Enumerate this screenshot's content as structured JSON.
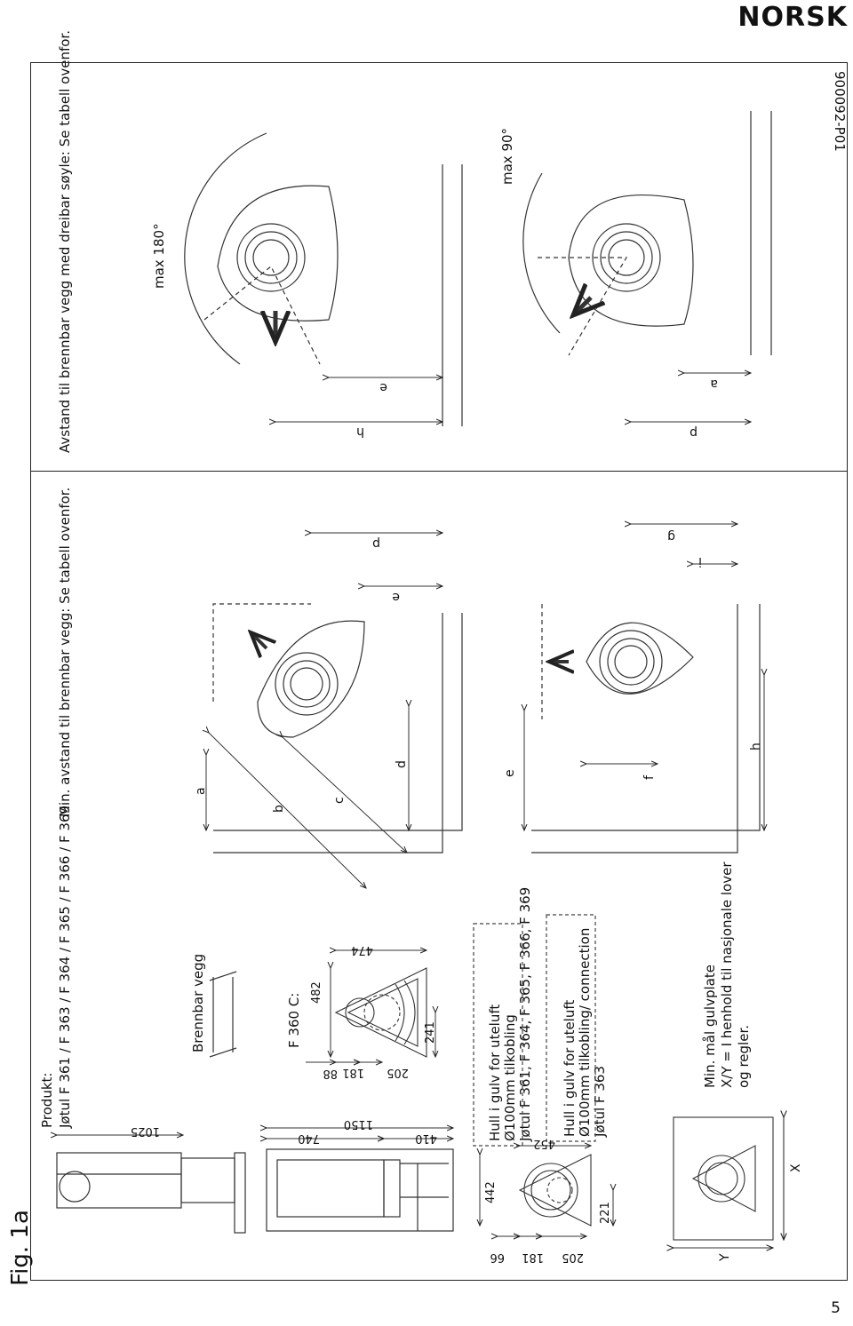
{
  "header": {
    "language": "NORSK"
  },
  "figure": {
    "label": "Fig. 1a",
    "code": "900092-P01"
  },
  "page": {
    "number": "5"
  },
  "product": {
    "label": "Produkt:",
    "models": "Jøtul F 361 / F 363 / F 364 / F 365 / F 366 / F 369"
  },
  "stove_side_view": {
    "dims": {
      "height": "1025",
      "back_height": "1150",
      "body_height": "740",
      "pedestal_height": "410"
    }
  },
  "combustible_wall_label": "Brennbar vegg",
  "f360c": {
    "label": "F 360 C:",
    "dims": {
      "d88": "88",
      "d181": "181",
      "d205": "205",
      "d482": "482",
      "d474": "474",
      "d241": "241"
    }
  },
  "floor_detail": {
    "dims": {
      "d66": "66",
      "d181": "181",
      "d205": "205",
      "d442": "442",
      "d452": "452",
      "d221": "221"
    }
  },
  "note_outside_air_1": {
    "line1": "Hull i gulv for uteluft",
    "line2": "Ø100mm tilkobling",
    "line3": "Jøtul F 361, F 364, F 365, F 366, F 369"
  },
  "note_outside_air_2": {
    "line1": "Hull i gulv for uteluft",
    "line2": "Ø100mm tilkobling/ connection",
    "line3": "Jøtul F 363"
  },
  "floor_plate_note": {
    "line1": "Min. mål gulvplate",
    "line2": "X/Y = I henhold til nasjonale lover",
    "line3": "og regler.",
    "x_label": "X",
    "y_label": "Y"
  },
  "min_distance_title": "Min. avstand til brennbar vegg: Se tabell ovenfor.",
  "rotating_title": "Avstand til brennbar vegg med dreibar søyle: Se tabell ovenfor.",
  "corner_dims": {
    "a": "a",
    "b": "b",
    "c": "c",
    "d": "d",
    "e": "e",
    "p": "p"
  },
  "wall_dims": {
    "e": "e",
    "f": "f",
    "g": "g",
    "h": "h",
    "i": "i"
  },
  "rotation_180": {
    "label": "max 180°",
    "e": "e",
    "h": "h"
  },
  "rotation_90": {
    "label": "max 90°",
    "a": "a",
    "p": "p"
  }
}
